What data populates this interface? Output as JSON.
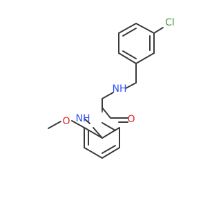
{
  "molecule": {
    "atoms": {
      "cl": {
        "symbol": "Cl",
        "color": "#3d9c3d"
      },
      "n1": {
        "symbol": "NH",
        "color": "#3050f8"
      },
      "n2": {
        "symbol": "NH",
        "color": "#3050f8"
      },
      "o_carbonyl": {
        "symbol": "O",
        "color": "#e02020"
      },
      "o_methoxy": {
        "symbol": "O",
        "color": "#e02020"
      }
    },
    "bond_color": "#3a3a3a",
    "background": "#ffffff"
  }
}
